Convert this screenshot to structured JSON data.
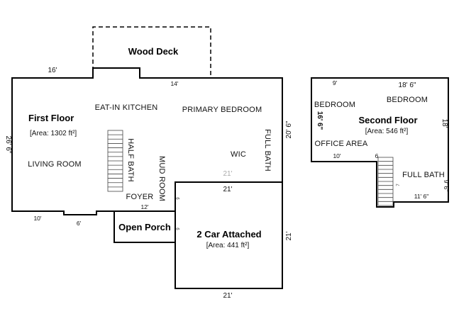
{
  "first_floor": {
    "title": "First Floor",
    "area": "[Area: 1302 ft²]",
    "rooms": {
      "eat_in_kitchen": "EAT-IN KITCHEN",
      "primary_bedroom": "PRIMARY BEDROOM",
      "living_room": "LIVING ROOM",
      "half_bath": "HALF BATH",
      "mud_room": "MUD ROOM",
      "foyer": "FOYER",
      "full_bath": "FULL BATH",
      "wic": "WIC"
    },
    "dims": {
      "top_left": "16'",
      "deck_bottom": "14'",
      "left_side": "26' 6\"",
      "right_side": "20' 6\"",
      "inner_grey": "21'",
      "garage_top": "21'",
      "foyer_bottom": "12'",
      "bottom_left": "10'",
      "porch_notch": "6'",
      "small_mark_1": "6",
      "small_mark_2": "9"
    }
  },
  "wood_deck": {
    "label": "Wood Deck"
  },
  "open_porch": {
    "label": "Open Porch"
  },
  "garage": {
    "title": "2 Car Attached",
    "area": "[Area: 441 ft²]",
    "dims": {
      "right": "21'",
      "bottom": "21'"
    }
  },
  "second_floor": {
    "title": "Second Floor",
    "area": "[Area: 546 ft²]",
    "rooms": {
      "bedroom_left": "BEDROOM",
      "bedroom_right": "BEDROOM",
      "office_area": "OFFICE AREA",
      "full_bath": "FULL BATH"
    },
    "dims": {
      "top_left": "9'",
      "top_right": "18' 6\"",
      "left_vertical": "16' 6\"",
      "right_vertical": "18'",
      "bottom_left": "10'",
      "bottom_mark": "6",
      "bath_bottom": "11' 6\"",
      "bath_right": "9' 6\"",
      "stair_mark": "7"
    }
  },
  "colors": {
    "walls": "#000000",
    "background": "#ffffff",
    "grey_dim": "#aaaaaa"
  }
}
